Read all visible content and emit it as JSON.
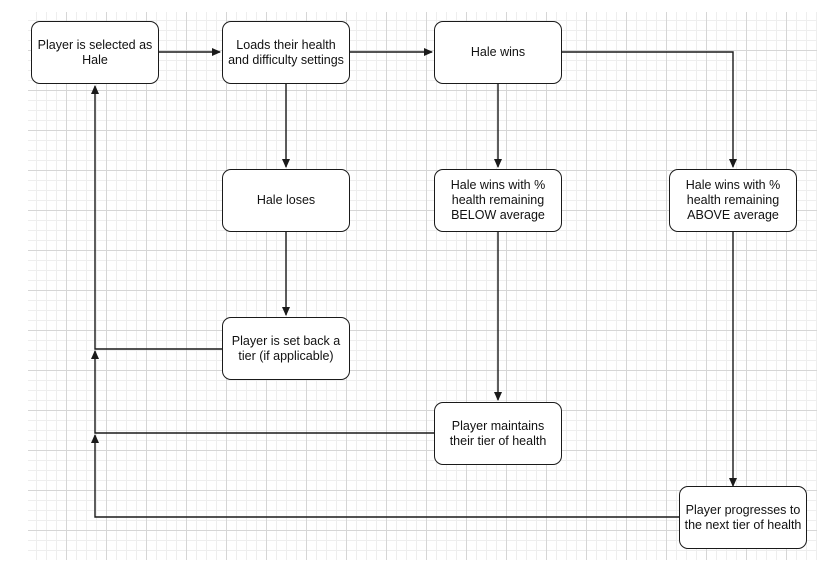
{
  "diagram": {
    "nodes": {
      "selected": {
        "label": "Player is selected as Hale"
      },
      "loads": {
        "label": "Loads their health and difficulty settings"
      },
      "wins": {
        "label": "Hale wins"
      },
      "loses": {
        "label": "Hale loses"
      },
      "below": {
        "label": "Hale wins with % health remaining BELOW average"
      },
      "above": {
        "label": "Hale wins with % health remaining ABOVE average"
      },
      "setback": {
        "label": "Player is set back a tier (if applicable)"
      },
      "maintains": {
        "label": "Player maintains their tier of health"
      },
      "progresses": {
        "label": "Player progresses to the next tier of health"
      }
    },
    "edges": [
      {
        "from": "selected",
        "to": "loads"
      },
      {
        "from": "loads",
        "to": "wins"
      },
      {
        "from": "loads",
        "to": "loses"
      },
      {
        "from": "wins",
        "to": "below"
      },
      {
        "from": "wins",
        "to": "above"
      },
      {
        "from": "loses",
        "to": "setback"
      },
      {
        "from": "below",
        "to": "maintains"
      },
      {
        "from": "above",
        "to": "progresses"
      },
      {
        "from": "setback",
        "to": "selected"
      },
      {
        "from": "maintains",
        "to": "selected"
      },
      {
        "from": "progresses",
        "to": "selected"
      }
    ],
    "colors": {
      "stroke": "#1a1a1a",
      "node_fill": "#ffffff",
      "text": "#111111",
      "grid": "#d6d6d6"
    }
  }
}
